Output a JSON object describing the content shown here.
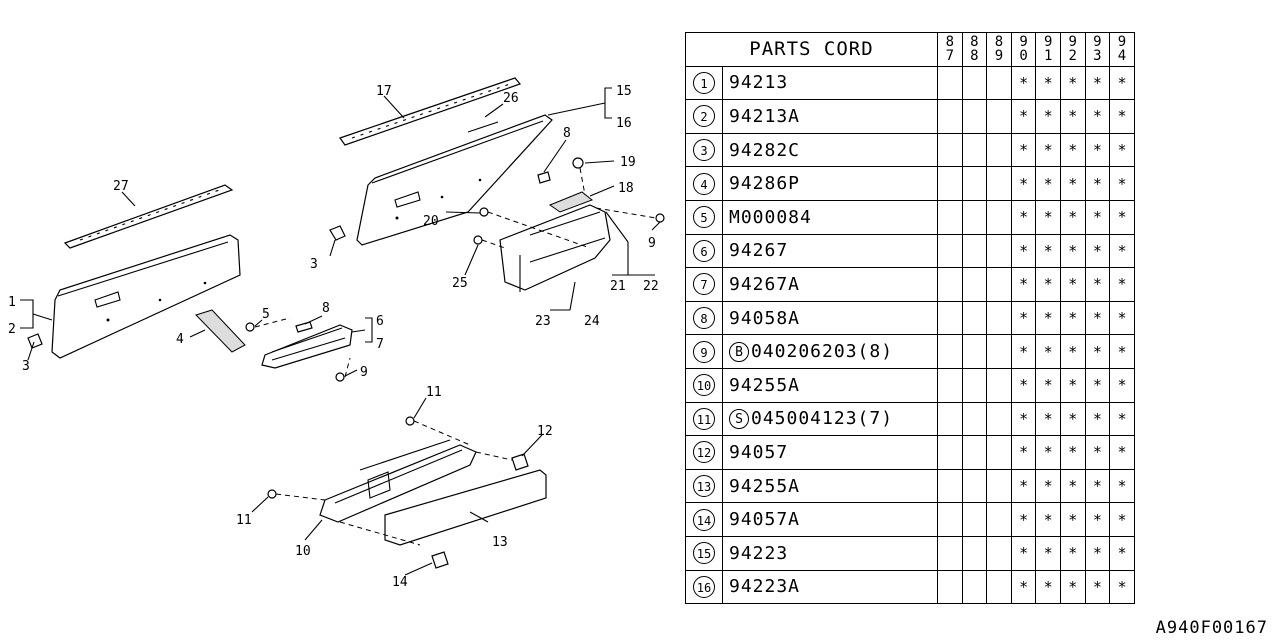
{
  "table": {
    "header": "PARTS CORD",
    "years": [
      [
        "8",
        "7"
      ],
      [
        "8",
        "8"
      ],
      [
        "8",
        "9"
      ],
      [
        "9",
        "0"
      ],
      [
        "9",
        "1"
      ],
      [
        "9",
        "2"
      ],
      [
        "9",
        "3"
      ],
      [
        "9",
        "4"
      ]
    ],
    "rows": [
      {
        "no": "1",
        "prefix": "",
        "part": "94213",
        "marks": [
          "",
          "",
          "",
          "*",
          "*",
          "*",
          "*",
          "*"
        ]
      },
      {
        "no": "2",
        "prefix": "",
        "part": "94213A",
        "marks": [
          "",
          "",
          "",
          "*",
          "*",
          "*",
          "*",
          "*"
        ]
      },
      {
        "no": "3",
        "prefix": "",
        "part": "94282C",
        "marks": [
          "",
          "",
          "",
          "*",
          "*",
          "*",
          "*",
          "*"
        ]
      },
      {
        "no": "4",
        "prefix": "",
        "part": "94286P",
        "marks": [
          "",
          "",
          "",
          "*",
          "*",
          "*",
          "*",
          "*"
        ]
      },
      {
        "no": "5",
        "prefix": "",
        "part": "M000084",
        "marks": [
          "",
          "",
          "",
          "*",
          "*",
          "*",
          "*",
          "*"
        ]
      },
      {
        "no": "6",
        "prefix": "",
        "part": "94267",
        "marks": [
          "",
          "",
          "",
          "*",
          "*",
          "*",
          "*",
          "*"
        ]
      },
      {
        "no": "7",
        "prefix": "",
        "part": "94267A",
        "marks": [
          "",
          "",
          "",
          "*",
          "*",
          "*",
          "*",
          "*"
        ]
      },
      {
        "no": "8",
        "prefix": "",
        "part": "94058A",
        "marks": [
          "",
          "",
          "",
          "*",
          "*",
          "*",
          "*",
          "*"
        ]
      },
      {
        "no": "9",
        "prefix": "B",
        "part": "040206203(8)",
        "marks": [
          "",
          "",
          "",
          "*",
          "*",
          "*",
          "*",
          "*"
        ]
      },
      {
        "no": "10",
        "prefix": "",
        "part": "94255A",
        "marks": [
          "",
          "",
          "",
          "*",
          "*",
          "*",
          "*",
          "*"
        ]
      },
      {
        "no": "11",
        "prefix": "S",
        "part": "045004123(7)",
        "marks": [
          "",
          "",
          "",
          "*",
          "*",
          "*",
          "*",
          "*"
        ]
      },
      {
        "no": "12",
        "prefix": "",
        "part": "94057",
        "marks": [
          "",
          "",
          "",
          "*",
          "*",
          "*",
          "*",
          "*"
        ]
      },
      {
        "no": "13",
        "prefix": "",
        "part": "94255A",
        "marks": [
          "",
          "",
          "",
          "*",
          "*",
          "*",
          "*",
          "*"
        ]
      },
      {
        "no": "14",
        "prefix": "",
        "part": "94057A",
        "marks": [
          "",
          "",
          "",
          "*",
          "*",
          "*",
          "*",
          "*"
        ]
      },
      {
        "no": "15",
        "prefix": "",
        "part": "94223",
        "marks": [
          "",
          "",
          "",
          "*",
          "*",
          "*",
          "*",
          "*"
        ]
      },
      {
        "no": "16",
        "prefix": "",
        "part": "94223A",
        "marks": [
          "",
          "",
          "",
          "*",
          "*",
          "*",
          "*",
          "*"
        ]
      }
    ]
  },
  "callouts": {
    "c1": "1",
    "c2": "2",
    "c3a": "3",
    "c3b": "3",
    "c4": "4",
    "c5": "5",
    "c6": "6",
    "c7": "7",
    "c8a": "8",
    "c8b": "8",
    "c9a": "9",
    "c9b": "9",
    "c10": "10",
    "c11a": "11",
    "c11b": "11",
    "c12": "12",
    "c13": "13",
    "c14": "14",
    "c15": "15",
    "c16": "16",
    "c17": "17",
    "c18": "18",
    "c19": "19",
    "c20": "20",
    "c21": "21",
    "c22": "22",
    "c23": "23",
    "c24": "24",
    "c25": "25",
    "c26": "26",
    "c27": "27"
  },
  "figure_code": "A940F00167"
}
